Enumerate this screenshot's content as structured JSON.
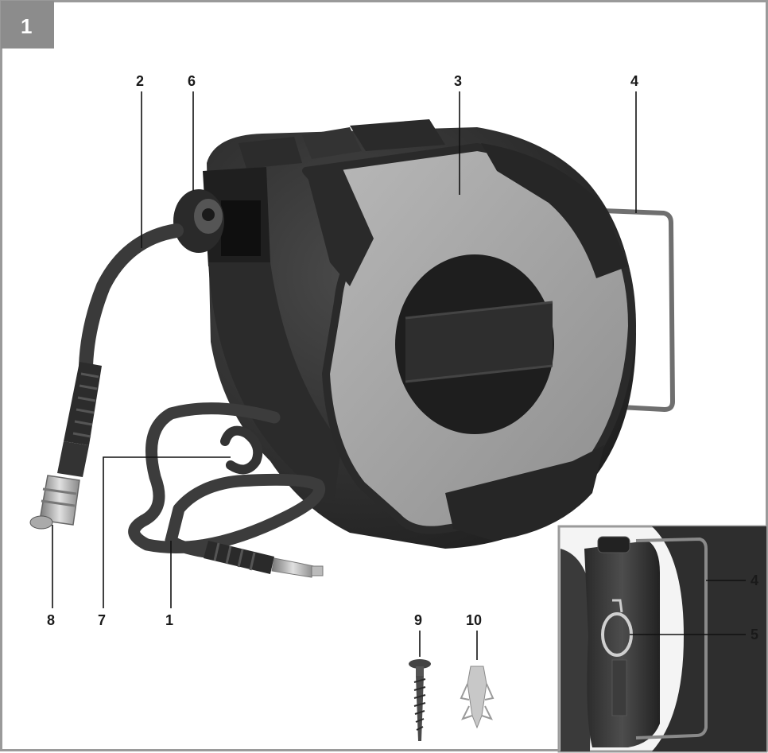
{
  "figure_number": "1",
  "callouts": {
    "c1": "1",
    "c2": "2",
    "c3": "3",
    "c4": "4",
    "c4_inset": "4",
    "c5": "5",
    "c6": "6",
    "c7": "7",
    "c8": "8",
    "c9": "9",
    "c10": "10"
  }
}
